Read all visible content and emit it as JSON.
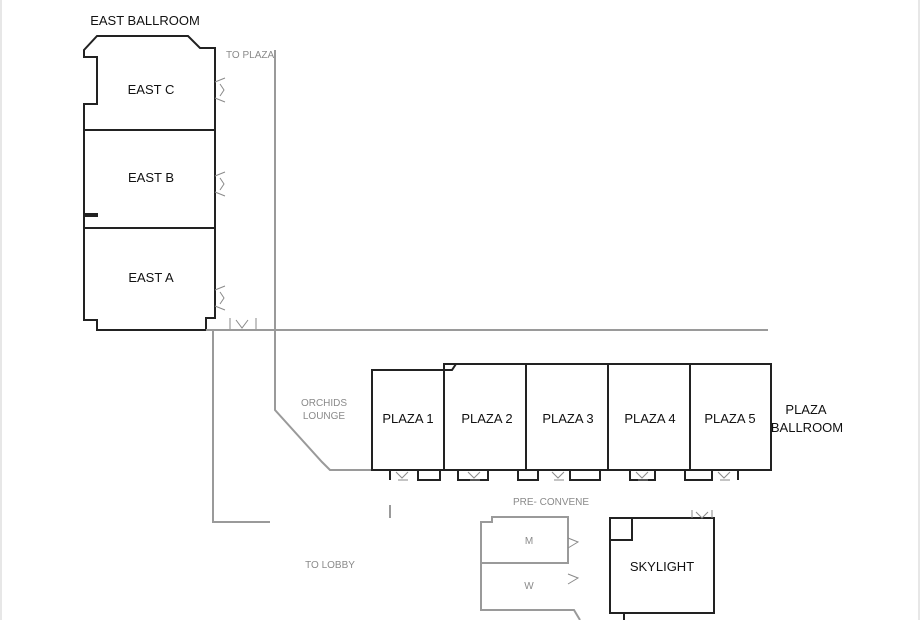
{
  "labels": {
    "east_ballroom": "EAST BALLROOM",
    "east_c": "EAST C",
    "east_b": "EAST B",
    "east_a": "EAST A",
    "to_plaza": "TO PLAZA",
    "orchids_lounge_1": "ORCHIDS",
    "orchids_lounge_2": "LOUNGE",
    "plaza_1": "PLAZA 1",
    "plaza_2": "PLAZA 2",
    "plaza_3": "PLAZA 3",
    "plaza_4": "PLAZA 4",
    "plaza_5": "PLAZA 5",
    "plaza_ballroom_1": "PLAZA",
    "plaza_ballroom_2": "BALLROOM",
    "pre_convene": "PRE- CONVENE",
    "to_lobby": "TO LOBBY",
    "restroom_m": "M",
    "restroom_w": "W",
    "skylight": "SKYLIGHT"
  },
  "colors": {
    "room_walls": "#222222",
    "corridor_lines": "#9a9a9a",
    "grey_text": "#8a8a8a"
  }
}
